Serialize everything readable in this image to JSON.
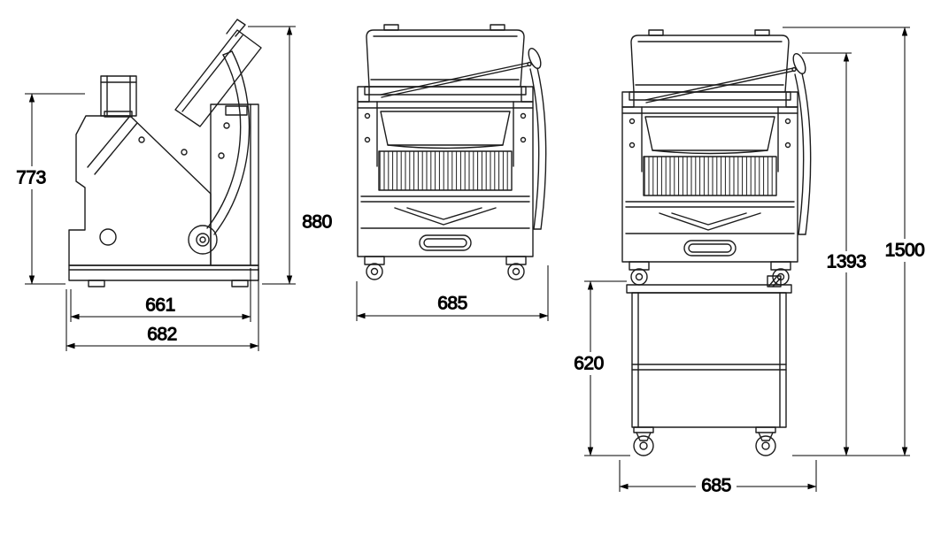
{
  "diagram": {
    "type": "technical-dimension-drawing",
    "subject": "bread slicer machine - three orthographic views with dimensions",
    "colors": {
      "line": "#1c1c1c",
      "dimension_line": "#000000",
      "text": "#000000",
      "background": "#ffffff"
    },
    "views": [
      {
        "id": "side-view",
        "label": "side view of slicer"
      },
      {
        "id": "front-view",
        "label": "front view of slicer"
      },
      {
        "id": "front-view-on-stand",
        "label": "front view of slicer on trolley stand"
      }
    ],
    "dimensions": {
      "side_height_partial": "773",
      "side_height_overall": "880",
      "side_depth_inner": "661",
      "side_depth_overall": "682",
      "front_width": "685",
      "stand_height": "620",
      "height_to_handle": "1393",
      "overall_height": "1500",
      "stand_width": "685"
    }
  }
}
